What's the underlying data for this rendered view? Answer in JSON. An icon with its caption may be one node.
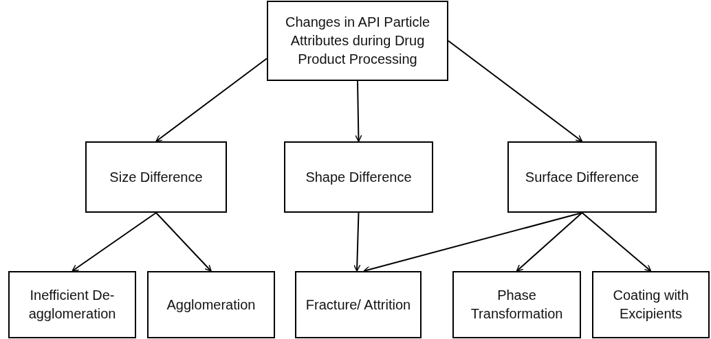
{
  "diagram": {
    "nodes": [
      {
        "text": [
          "Changes in API Particle Attributes during Drug Product Processing"
        ]
      },
      {
        "text": [
          "Size Difference"
        ]
      },
      {
        "text": [
          "Shape Difference"
        ]
      },
      {
        "text": [
          "Surface Difference"
        ]
      },
      {
        "text": [
          "Inefficient De-agglomeration"
        ]
      },
      {
        "text": [
          "Agglomeration"
        ]
      },
      {
        "text": [
          "Fracture/ Attrition"
        ]
      },
      {
        "text": [
          "Phase Transformation"
        ]
      },
      {
        "text": [
          "Coating with Excipients"
        ]
      }
    ],
    "edges": [
      {
        "from": 0,
        "to": 1,
        "arrow": "to"
      },
      {
        "from": 0,
        "to": 2,
        "arrow": "to"
      },
      {
        "from": 0,
        "to": 3,
        "arrow": "to"
      },
      {
        "from": 1,
        "to": 4,
        "arrow": "to"
      },
      {
        "from": 1,
        "to": 5,
        "arrow": "to"
      },
      {
        "from": 2,
        "to": 6,
        "arrow": "to"
      },
      {
        "from": 3,
        "to": 6,
        "arrow": "to"
      },
      {
        "from": 3,
        "to": 7,
        "arrow": "to"
      },
      {
        "from": 3,
        "to": 8,
        "arrow": "to"
      }
    ]
  }
}
